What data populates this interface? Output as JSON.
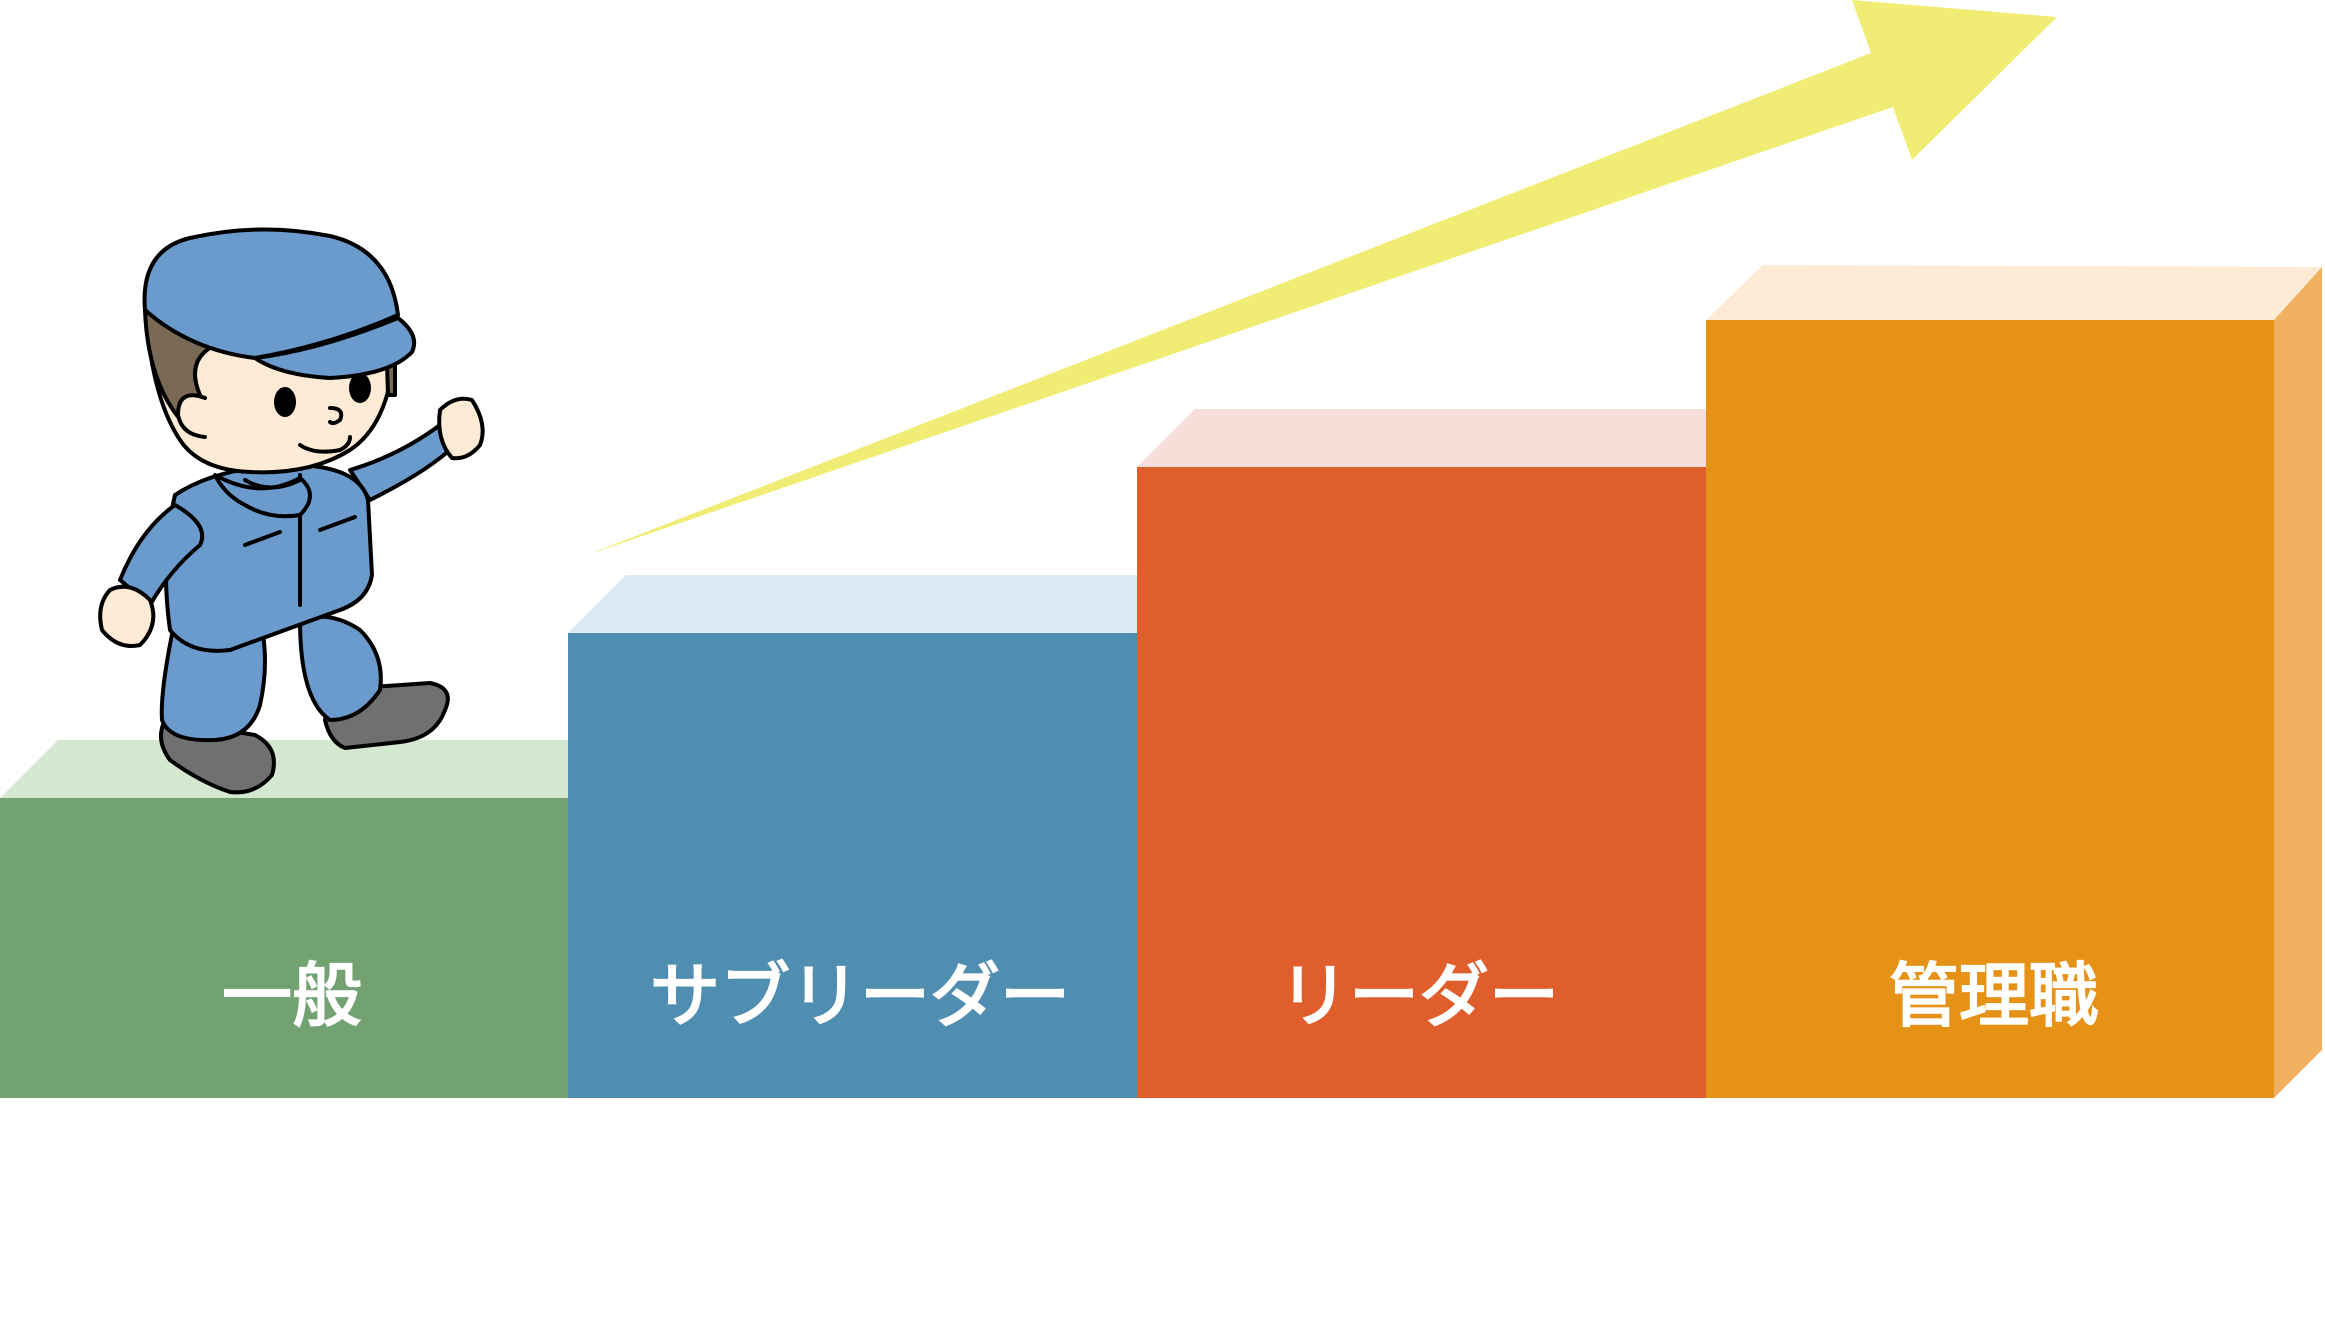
{
  "steps": [
    {
      "label": "一般",
      "color": "#72a172",
      "top_color": "#d3e8cf"
    },
    {
      "label": "サブリーダー",
      "color": "#4f8eb0",
      "top_color": "#dbebf3"
    },
    {
      "label": "リーダー",
      "color": "#e05e2c",
      "top_color": "#f6dfd8"
    },
    {
      "label": "管理職",
      "color": "#e69216",
      "top_color": "#fdebd5",
      "side_color": "#f0b060"
    }
  ],
  "arrow": {
    "icon": "growth-arrow-icon",
    "color": "#f0ec74"
  },
  "character": {
    "icon": "worker-character-icon",
    "cap_color": "#6a9bcc",
    "suit_color": "#6a9bcc",
    "skin_color": "#fdebd5"
  }
}
